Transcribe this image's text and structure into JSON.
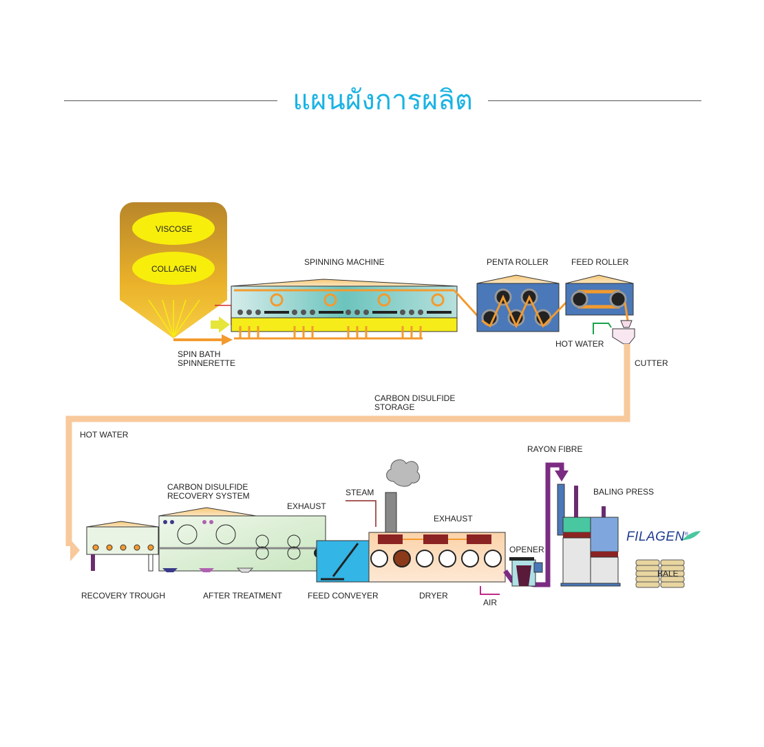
{
  "title": "แผนผังการผลิต",
  "tank": {
    "ingredient_1": "VISCOSE",
    "ingredient_2": "COLLAGEN"
  },
  "labels": {
    "spin_bath_1": "SPIN BATH",
    "spin_bath_2": "SPINNERETTE",
    "spinning_machine": "SPINNING MACHINE",
    "penta_roller": "PENTA ROLLER",
    "feed_roller": "FEED ROLLER",
    "hot_water_top": "HOT WATER",
    "cutter": "CUTTER",
    "cs2_storage_1": "CARBON DISULFIDE",
    "cs2_storage_2": "STORAGE",
    "hot_water_left": "HOT WATER",
    "rayon_fibre": "RAYON FIBRE",
    "cs2_recovery_1": "CARBON DISULFIDE",
    "cs2_recovery_2": "RECOVERY SYSTEM",
    "exhaust_1": "EXHAUST",
    "steam": "STEAM",
    "exhaust_2": "EXHAUST",
    "baling_press": "BALING PRESS",
    "opener": "OPENER",
    "recovery_trough": "RECOVERY TROUGH",
    "after_treatment": "AFTER TREATMENT",
    "feed_conveyer": "FEED CONVEYER",
    "dryer": "DRYER",
    "air": "AIR",
    "bale": "BALE"
  },
  "brand": {
    "logo_text": "FILAGEN",
    "registered": "®"
  },
  "colors": {
    "title": "#1bb3e3",
    "flow_orange": "#f39a2e",
    "pipe_peach": "#f8c99b",
    "machine_blue": "#4a78b8",
    "purple": "#7b2c82",
    "yellow": "#f5ec1a"
  }
}
